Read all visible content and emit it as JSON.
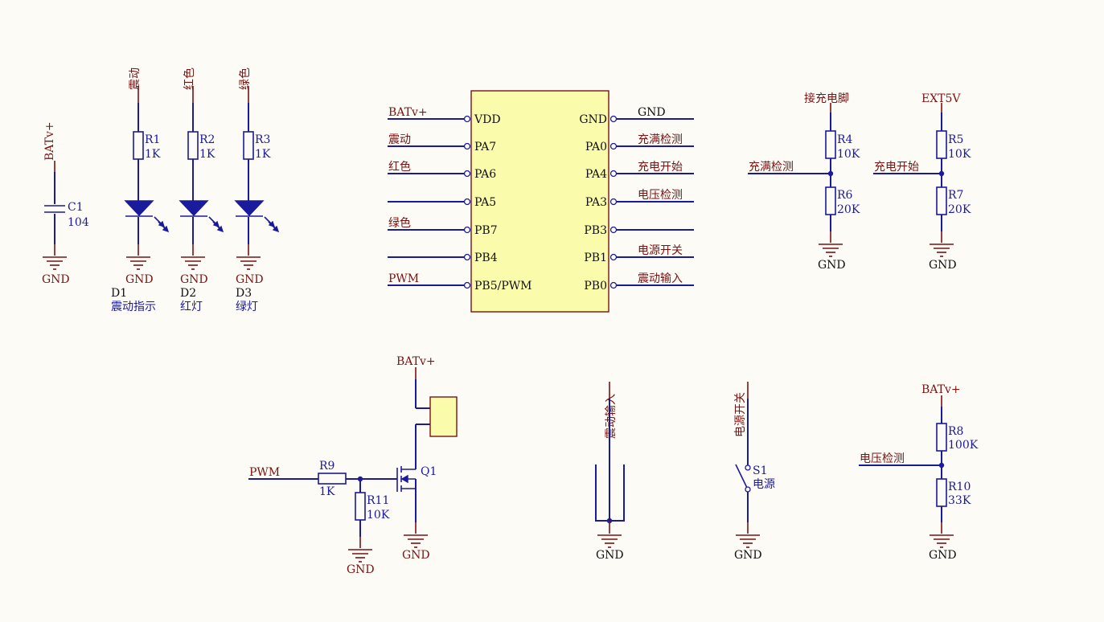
{
  "net": {
    "batv": "BATv+",
    "gnd": "GND",
    "ext5v": "EXT5V",
    "vibrate": "震动",
    "red": "红色",
    "green": "绿色",
    "pwm": "PWM",
    "charge_full_detect": "充满检测",
    "charge_start": "充电开始",
    "voltage_detect": "电压检测",
    "power_switch": "电源开关",
    "vibrate_input": "震动输入",
    "charge_pin": "接充电脚"
  },
  "components": {
    "c1": {
      "ref": "C1",
      "value": "104"
    },
    "r1": {
      "ref": "R1",
      "value": "1K"
    },
    "r2": {
      "ref": "R2",
      "value": "1K"
    },
    "r3": {
      "ref": "R3",
      "value": "1K"
    },
    "d1": {
      "ref": "D1",
      "value": "震动指示"
    },
    "d2": {
      "ref": "D2",
      "value": "红灯"
    },
    "d3": {
      "ref": "D3",
      "value": "绿灯"
    },
    "r4": {
      "ref": "R4",
      "value": "10K"
    },
    "r5": {
      "ref": "R5",
      "value": "10K"
    },
    "r6": {
      "ref": "R6",
      "value": "20K"
    },
    "r7": {
      "ref": "R7",
      "value": "20K"
    },
    "r8": {
      "ref": "R8",
      "value": "100K"
    },
    "r9": {
      "ref": "R9",
      "value": "1K"
    },
    "r10": {
      "ref": "R10",
      "value": "33K"
    },
    "r11": {
      "ref": "R11",
      "value": "10K"
    },
    "q1": {
      "ref": "Q1"
    },
    "s1": {
      "ref": "S1",
      "value": "电源"
    }
  },
  "ic": {
    "left_pins": [
      "VDD",
      "PA7",
      "PA6",
      "PA5",
      "PB7",
      "PB4",
      "PB5/PWM"
    ],
    "right_pins": [
      "GND",
      "PA0",
      "PA4",
      "PA3",
      "PB3",
      "PB1",
      "PB0"
    ]
  },
  "colors": {
    "wire": "#1a1a9c",
    "power_port": "#7a1212",
    "ic_body": "#fbfbac",
    "background": "#fdfbf6"
  }
}
